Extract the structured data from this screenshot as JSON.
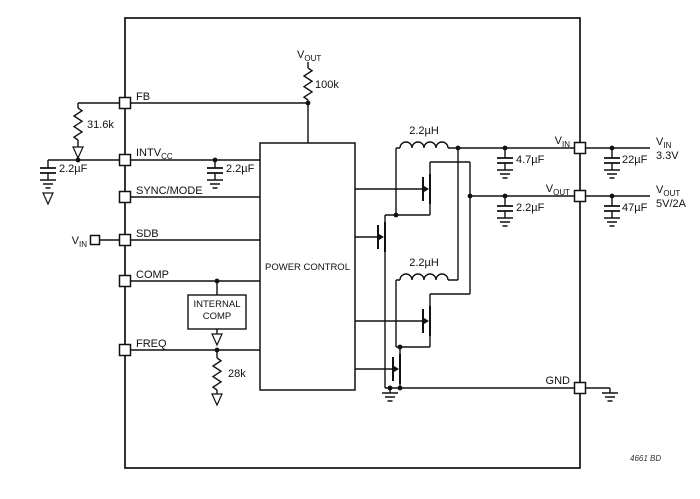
{
  "pins": {
    "fb": "FB",
    "intvcc": {
      "main": "INTV",
      "sub": "CC"
    },
    "sync_mode": "SYNC/MODE",
    "sdb": "SDB",
    "comp": "COMP",
    "freq": "FREQ",
    "vin": {
      "main": "V",
      "sub": "IN"
    },
    "vout": {
      "main": "V",
      "sub": "OUT"
    },
    "gnd": "GND"
  },
  "blocks": {
    "power_control": "POWER CONTROL",
    "internal_comp": {
      "line1": "INTERNAL",
      "line2": "COMP"
    }
  },
  "nets": {
    "vout_top": {
      "main": "V",
      "sub": "OUT"
    },
    "sdb_vin": {
      "main": "V",
      "sub": "IN"
    },
    "vin_out": {
      "main": "V",
      "sub": "IN",
      "value": "3.3V"
    },
    "vout_out": {
      "main": "V",
      "sub": "OUT",
      "value": "5V/2A"
    }
  },
  "components": {
    "r_top": "100k",
    "r_fb": "31.6k",
    "c_left": "2.2µF",
    "c_intvcc": "2.2µF",
    "r_freq": "28k",
    "l1": "2.2µH",
    "l2": "2.2µH",
    "c_vin_inner": "4.7µF",
    "c_vout_inner": "2.2µF",
    "c_vin_outer": "22µF",
    "c_vout_outer": "47µF"
  },
  "footer": {
    "tag": "4661 BD"
  },
  "colors": {
    "line": "#111111",
    "background": "#ffffff"
  }
}
